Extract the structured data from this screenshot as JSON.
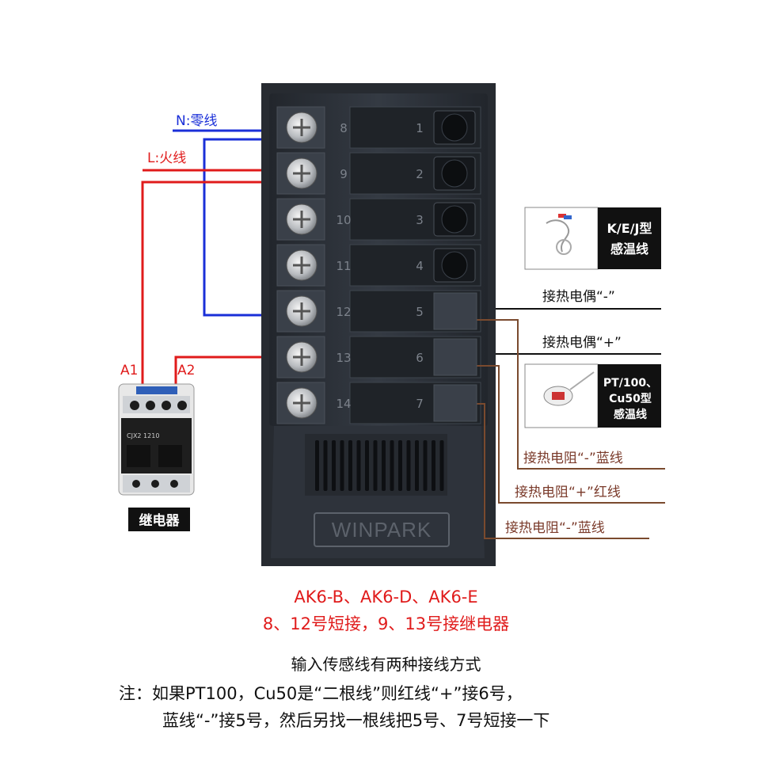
{
  "wires": {
    "neutral": "N:零线",
    "live": "L:火线",
    "a1": "A1",
    "a2": "A2"
  },
  "relay": {
    "label": "继电器",
    "model": "CJX2 1210"
  },
  "device": {
    "brand": "WINPARK"
  },
  "terminals": {
    "left": [
      "8",
      "9",
      "10",
      "11",
      "12",
      "13",
      "14"
    ],
    "right": [
      "1",
      "2",
      "3",
      "4",
      "5",
      "6",
      "7"
    ]
  },
  "sensors": {
    "thermocouple": {
      "line1": "K/E/J型",
      "line2": "感温线"
    },
    "rtd": {
      "line1": "PT/100、",
      "line2": "Cu50型",
      "line3": "感温线"
    }
  },
  "callouts": {
    "tc_minus": "接热电偶“-”",
    "tc_plus": "接热电偶“+”",
    "rtd_minus_blue_1": "接热电阻“-”蓝线",
    "rtd_plus_red": "接热电阻“+”红线",
    "rtd_minus_blue_2": "接热电阻“-”蓝线"
  },
  "caption": {
    "models": "AK6-B、AK6-D、AK6-E",
    "wiring": "8、12号短接，9、13号接继电器",
    "subtitle": "输入传感线有两种接线方式",
    "note1": "注：如果PT100，Cu50是“二根线”则红线“+”接6号，",
    "note2": "蓝线“-”接5号，然后另找一根线把5号、7号短接一下"
  },
  "colors": {
    "neutral": "#1a2fd8",
    "live": "#e01b1b",
    "rtd_wire": "#7a4a2e",
    "device_body": "#2b3038",
    "caption_red": "#e01b1b"
  }
}
